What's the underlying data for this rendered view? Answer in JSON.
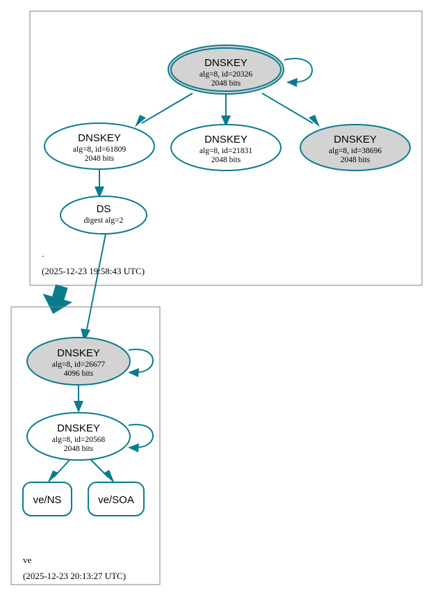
{
  "diagram": {
    "type": "dnssec-chain-of-trust",
    "zones": [
      {
        "id": "root",
        "label": ".",
        "timestamp": "(2025-12-23 19:58:43 UTC)",
        "nodes": [
          {
            "id": "root-ksk-20326",
            "kind": "DNSKEY",
            "title": "DNSKEY",
            "line2": "alg=8, id=20326",
            "line3": "2048 bits",
            "fill": "#d3d3d3",
            "trust_anchor": true,
            "self_signed": true
          },
          {
            "id": "root-zsk-61809",
            "kind": "DNSKEY",
            "title": "DNSKEY",
            "line2": "alg=8, id=61809",
            "line3": "2048 bits",
            "fill": "#ffffff",
            "trust_anchor": false,
            "self_signed": false
          },
          {
            "id": "root-zsk-21831",
            "kind": "DNSKEY",
            "title": "DNSKEY",
            "line2": "alg=8, id=21831",
            "line3": "2048 bits",
            "fill": "#ffffff",
            "trust_anchor": false,
            "self_signed": false
          },
          {
            "id": "root-zsk-38696",
            "kind": "DNSKEY",
            "title": "DNSKEY",
            "line2": "alg=8, id=38696",
            "line3": "2048 bits",
            "fill": "#d3d3d3",
            "trust_anchor": false,
            "self_signed": false
          },
          {
            "id": "root-ds",
            "kind": "DS",
            "title": "DS",
            "line2": "digest alg=2",
            "line3": "",
            "fill": "#ffffff",
            "trust_anchor": false,
            "self_signed": false
          }
        ]
      },
      {
        "id": "ve",
        "label": "ve",
        "timestamp": "(2025-12-23 20:13:27 UTC)",
        "nodes": [
          {
            "id": "ve-ksk-26677",
            "kind": "DNSKEY",
            "title": "DNSKEY",
            "line2": "alg=8, id=26677",
            "line3": "4096 bits",
            "fill": "#d3d3d3",
            "trust_anchor": false,
            "self_signed": true
          },
          {
            "id": "ve-zsk-20568",
            "kind": "DNSKEY",
            "title": "DNSKEY",
            "line2": "alg=8, id=20568",
            "line3": "2048 bits",
            "fill": "#ffffff",
            "trust_anchor": false,
            "self_signed": true
          }
        ],
        "rrsets": [
          {
            "id": "ve-ns",
            "label": "ve/NS"
          },
          {
            "id": "ve-soa",
            "label": "ve/SOA"
          }
        ]
      }
    ],
    "colors": {
      "accent": "#0a7b8c",
      "node_fill_secure": "#d3d3d3",
      "node_fill_plain": "#ffffff",
      "zone_border": "#808080",
      "text": "#000000"
    }
  }
}
